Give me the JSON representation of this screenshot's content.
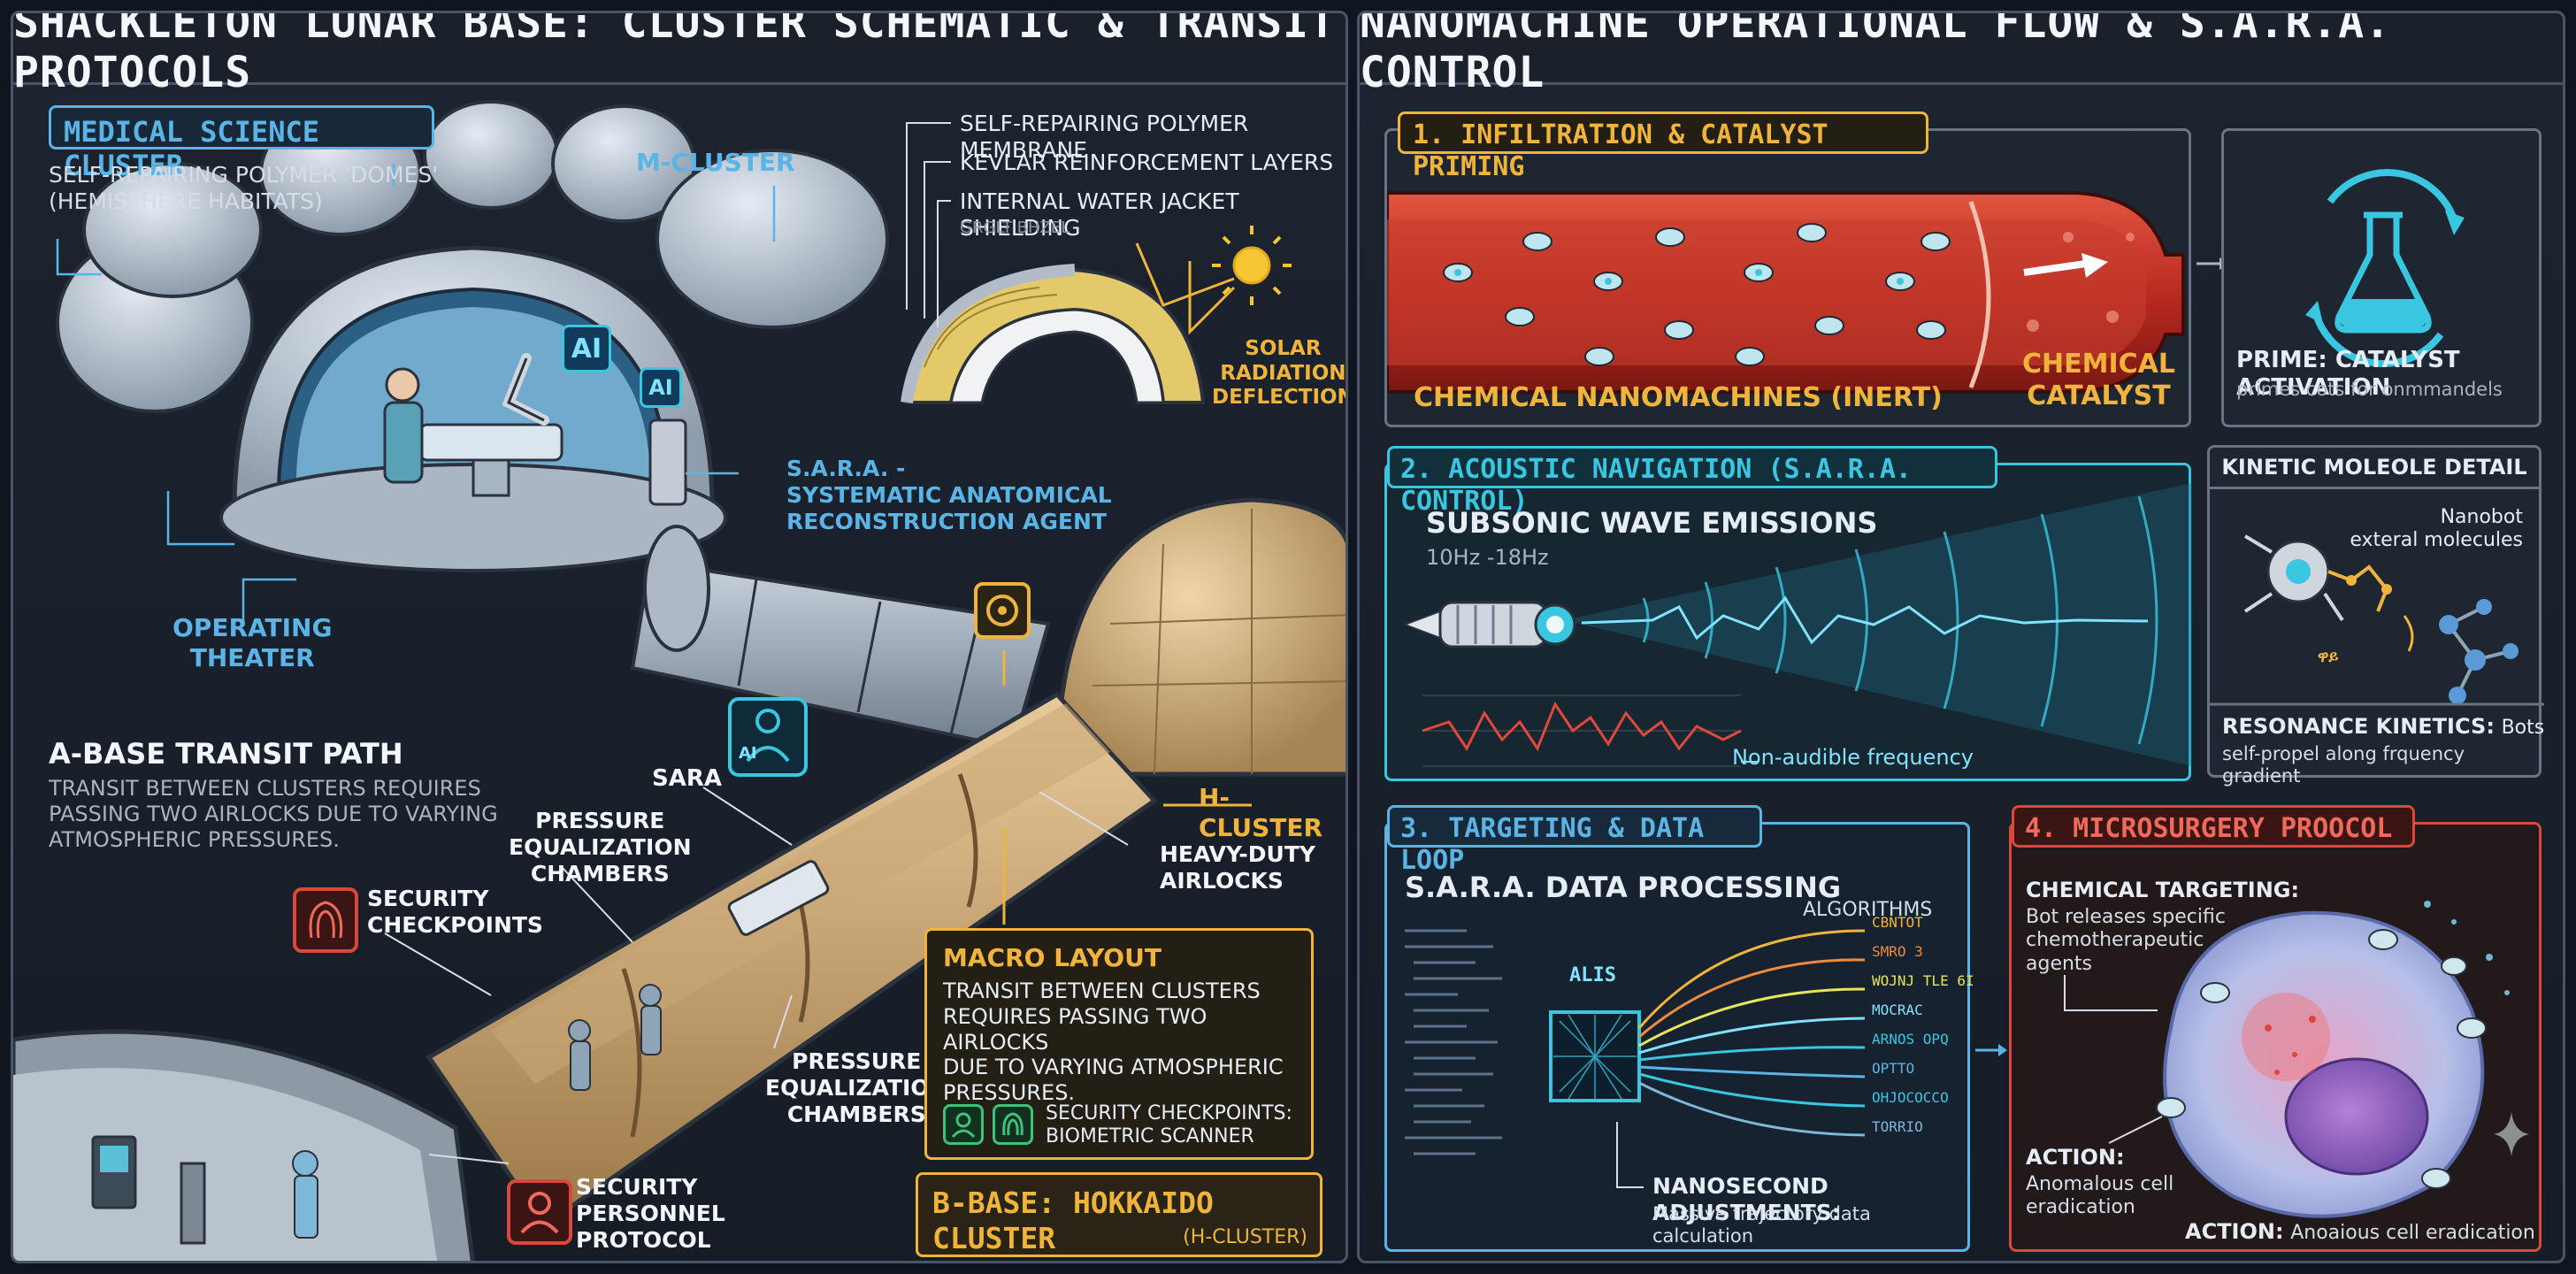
{
  "colors": {
    "blue_accent": "#5ab4e6",
    "amber_accent": "#f0b43c",
    "red_accent": "#d9483b",
    "cyan_accent": "#39c6e0",
    "panel_border": "#4a5668",
    "panel_bg": "#1c2430"
  },
  "left": {
    "title": "SHACKLETON LUNAR BASE: CLUSTER SCHEMATIC & TRANSIT PROTOCOLS",
    "medical": {
      "heading": "MEDICAL SCIENCE CLUSTER",
      "desc": "SELF-REPAIRING POLYMER 'DOMES'\n(HEMISPHERE HABITATS)"
    },
    "m_cluster": "M-CLUSTER",
    "layers": {
      "item1": "SELF-REPAIRING POLYMER MEMBRANE",
      "item2": "KEVLAR REINFORCEMENT LAYERS",
      "item3": "INTERNAL WATER JACKET SHIELDING",
      "small": "GRGLT BHZEL",
      "solar": "SOLAR\nRADIATION\nDEFLECTION"
    },
    "ai_badge_1": "AI",
    "ai_badge_2": "AI",
    "ai_badge_3": "AI",
    "sara": "S.A.R.A. -\nSYSTEMATIC ANATOMICAL\nRECONSTRUCTION AGENT",
    "operating_theater": "OPERATING\nTHEATER",
    "transit": {
      "heading": "A-BASE TRANSIT PATH",
      "desc": "TRANSIT BETWEEN CLUSTERS REQUIRES\nPASSING TWO AIRLOCKS DUE TO VARYING\nATMOSPHERIC PRESSURES."
    },
    "sara_short": "SARA",
    "pressure_1": "PRESSURE\nEQUALIZATION\nCHAMBERS",
    "pressure_2": "PRESSURE\nEQUALIZATION\nCHAMBERS",
    "security_checkpoints": "SECURITY\nCHECKPOINTS",
    "h_cluster": "H-CLUSTER",
    "heavy_airlocks": "HEAVY-DUTY\nAIRLOCKS",
    "macro": {
      "heading": "MACRO LAYOUT",
      "desc": "TRANSIT BETWEEN CLUSTERS\nREQUIRES PASSING TWO AIRLOCKS\nDUE TO VARYING ATMOSPHERIC\nPRESSURES.",
      "security": "SECURITY CHECKPOINTS:\nBIOMETRIC SCANNER"
    },
    "security_personnel": "SECURITY\nPERSONNEL\nPROTOCOL",
    "bbase": {
      "title": "B-BASE: HOKKAIDO CLUSTER",
      "sub": "(H-CLUSTER)"
    }
  },
  "right": {
    "title": "NANOMACHINE OPERATIONAL FLOW & S.A.R.A. CONTROL",
    "step1": {
      "heading": "1. INFILTRATION & CATALYST PRIMING",
      "nanomachines": "CHEMICAL NANOMACHINES (INERT)",
      "catalyst": "CHEMICAL\nCATALYST",
      "prime_title": "PRIME: CATALYST ACTIVATION",
      "prime_sub": "primes cots for onmmandels"
    },
    "step2": {
      "heading": "2. ACOUSTIC NAVIGATION (S.A.R.A. CONTROL)",
      "subsonic": "SUBSONIC WAVE EMISSIONS",
      "freq": "10Hz -18Hz",
      "nonaudible": "Non-audible frequency",
      "kinetic_title": "KINETIC MOLEOLE DETAIL",
      "nanobot": "Nanobot\nexteral molecules",
      "resonance_title": "RESONANCE KINETICS:",
      "resonance_word": "Bots",
      "resonance_desc": "self-propel along frquency gradient",
      "chem_label": "ዋይ"
    },
    "step3": {
      "heading": "3. TARGETING & DATA LOOP",
      "processing": "S.A.R.A. DATA PROCESSING",
      "algorithms": "ALGORITHMS",
      "alis": "ALIS",
      "algos": [
        "CBNTOT",
        "SMRO 3",
        "WOJNJ TLE 6I",
        "MOCRAC",
        "ARNOS OPQ",
        "OPTTO",
        "OHJOCOCCO",
        "TORRIO"
      ],
      "nano_title": "NANOSECOND ADJUSTMENTS:",
      "nano_desc": "Massive trajectory data\ncalculation"
    },
    "step4": {
      "heading": "4. MICROSURGERY PROOCOL",
      "chem_title": "CHEMICAL TARGETING:",
      "chem_desc": "Bot releases specific\nchemotherapeutic\nagents",
      "action_title": "ACTION:",
      "action_desc": "Anomalous cell\neradication",
      "action2_title": "ACTION:",
      "action2_desc": "Anoaious cell eradication"
    }
  }
}
